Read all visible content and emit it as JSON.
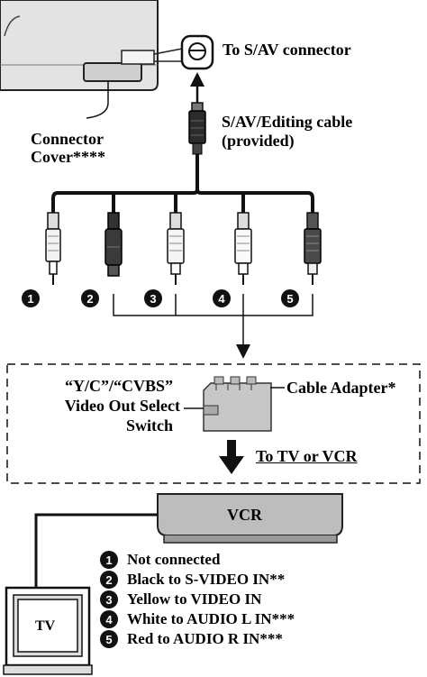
{
  "labels": {
    "sav_connector": "To S/AV connector",
    "cable_line1": "S/AV/Editing cable",
    "cable_line2": "(provided)",
    "connector_cover_line1": "Connector",
    "connector_cover_line2": "Cover****",
    "switch_line1": "“Y/C”/“CVBS”",
    "switch_line2": "Video Out Select",
    "switch_line3": "Switch",
    "cable_adapter": "Cable Adapter*",
    "to_tv_vcr": "To TV or VCR",
    "vcr": "VCR",
    "tv": "TV"
  },
  "plugs": [
    {
      "num": "1",
      "label": "Not connected"
    },
    {
      "num": "2",
      "label": "Black to S-VIDEO IN**"
    },
    {
      "num": "3",
      "label": "Yellow to VIDEO IN"
    },
    {
      "num": "4",
      "label": "White to AUDIO L IN***"
    },
    {
      "num": "5",
      "label": "Red to AUDIO R IN***"
    }
  ]
}
